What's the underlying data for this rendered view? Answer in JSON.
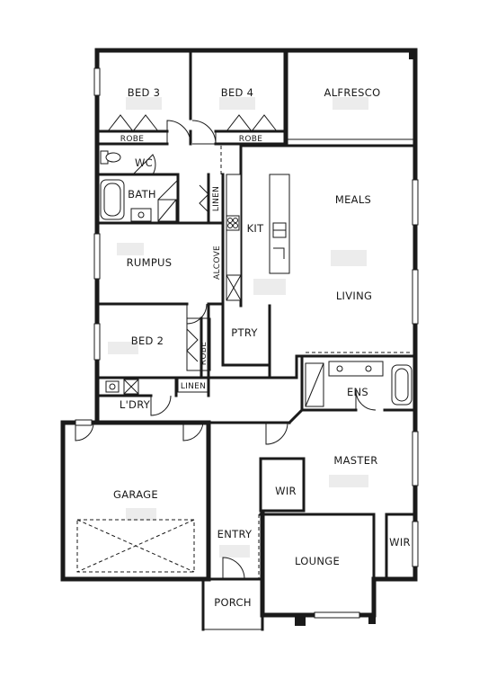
{
  "rooms": {
    "bed3": "BED 3",
    "bed4": "BED 4",
    "alfresco": "ALFRESCO",
    "robe_bed3": "ROBE",
    "robe_bed4": "ROBE",
    "wc": "WC",
    "bath": "BATH",
    "linen_hall": "LINEN",
    "kit": "KIT",
    "meals": "MEALS",
    "rumpus": "RUMPUS",
    "alcove": "ALCOVE",
    "living": "LIVING",
    "bed2": "BED 2",
    "robe_bed2": "ROBE",
    "ptry": "PTRY",
    "linen_ldry": "LINEN",
    "ldry": "L'DRY",
    "ens": "ENS",
    "garage": "GARAGE",
    "master": "MASTER",
    "wir_master": "WIR",
    "entry": "ENTRY",
    "lounge": "LOUNGE",
    "wir_lounge": "WIR",
    "porch": "PORCH"
  }
}
